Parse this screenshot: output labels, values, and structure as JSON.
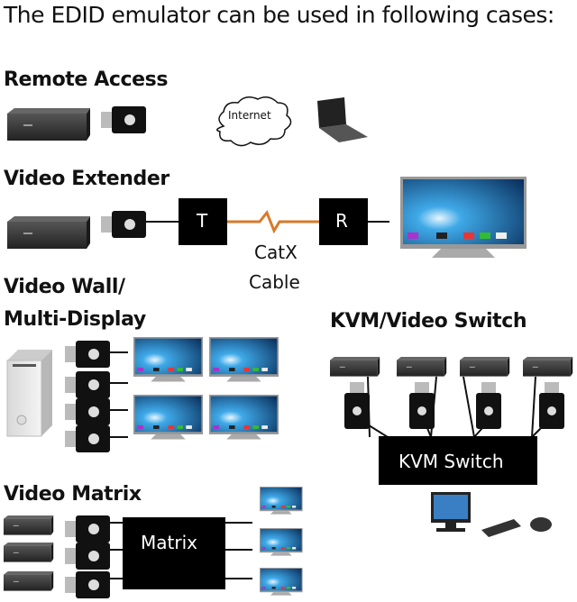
{
  "title": "The EDID emulator can be used in following cases:",
  "sections": {
    "remote_access": {
      "heading": "Remote Access",
      "cloud_label": "Internet"
    },
    "video_extender": {
      "heading": "Video Extender",
      "transmitter_label": "T",
      "receiver_label": "R",
      "cable_label_line1": "CatX",
      "cable_label_line2": "Cable"
    },
    "video_wall": {
      "heading_line1": "Video Wall/",
      "heading_line2": "Multi-Display"
    },
    "kvm_switch": {
      "heading": "KVM/Video Switch",
      "box_label": "KVM Switch"
    },
    "video_matrix": {
      "heading": "Video Matrix",
      "box_label": "Matrix"
    }
  },
  "colors": {
    "cable": "#d97a2b",
    "box": "#000000",
    "screen": "#1f7fc4"
  }
}
